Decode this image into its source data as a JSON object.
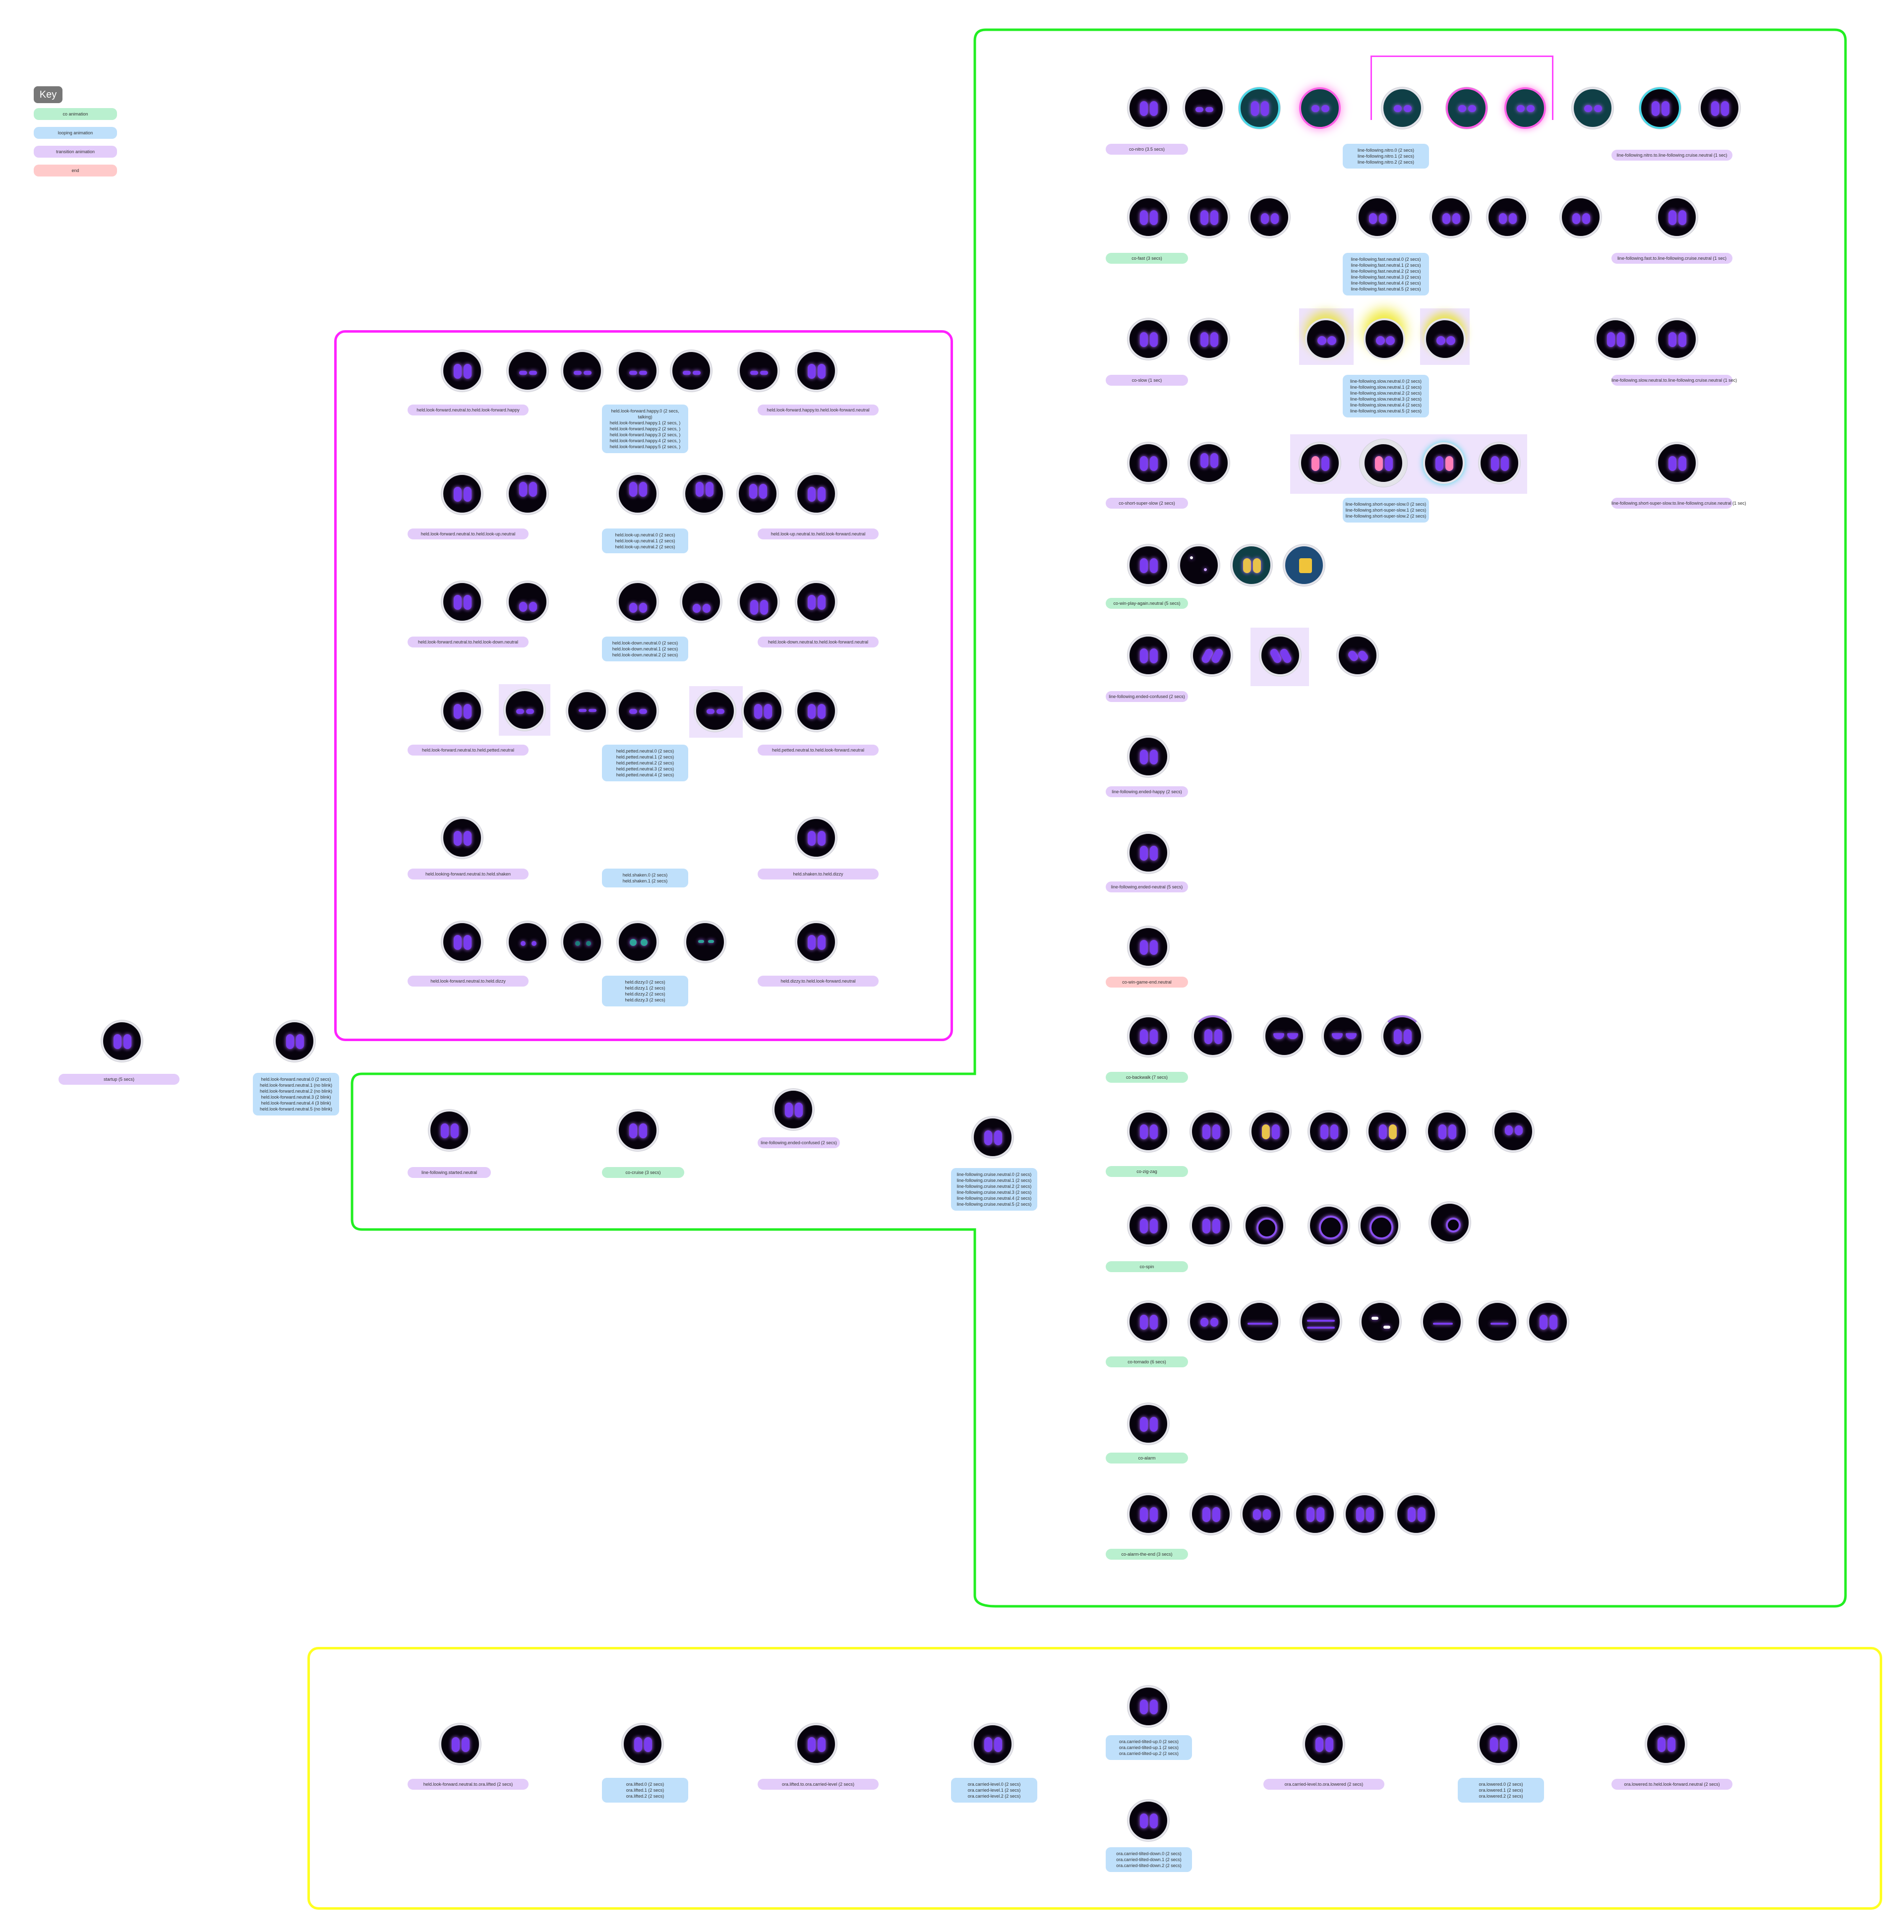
{
  "key": {
    "title": "Key",
    "items": [
      {
        "label": "co animation",
        "color": "#b9f0cf"
      },
      {
        "label": "looping animation",
        "color": "#bfe0fb"
      },
      {
        "label": "transition animation",
        "color": "#e3ccfa"
      },
      {
        "label": "end",
        "color": "#ffcaca"
      }
    ]
  },
  "colors": {
    "group_held": "#ff22ff",
    "group_line_following": "#22ee22",
    "group_ora": "#ffff22"
  },
  "labels": {
    "startup": "startup (5 secs)",
    "held_forward_loop": "held.look-forward.neutral.0 (2 secs)\nheld.look-forward.neutral.1 (no blink)\nheld.look-forward.neutral.2 (no blink)\nheld.look-forward.neutral.3 (2 blink)\nheld.look-forward.neutral.4 (3 blink)\nheld.look-forward.neutral.5 (no blink)",
    "held_r1_a": "held.look-forward.neutral.to.held.look-forward.happy",
    "held_r1_b": "held.look-forward.happy.0 (2 secs, talking)\nheld.look-forward.happy.1 (2 secs, )\nheld.look-forward.happy.2 (2 secs, )\nheld.look-forward.happy.3 (2 secs, )\nheld.look-forward.happy.4 (2 secs, )\nheld.look-forward.happy.5 (2 secs, )",
    "held_r1_c": "held.look-forward.happy.to.held.look-forward.neutral",
    "held_r2_a": "held.look-forward.neutral.to.held.look-up.neutral",
    "held_r2_b": "held.look-up.neutral.0 (2 secs)\nheld.look-up.neutral.1 (2 secs)\nheld.look-up.neutral.2 (2 secs)",
    "held_r2_c": "held.look-up.neutral.to.held.look-forward.neutral",
    "held_r3_a": "held.look-forward.neutral.to.held.look-down.neutral",
    "held_r3_b": "held.look-down.neutral.0 (2 secs)\nheld.look-down.neutral.1 (2 secs)\nheld.look-down.neutral.2 (2 secs)",
    "held_r3_c": "held.look-down.neutral.to.held.look-forward.neutral",
    "held_r4_a": "held.look-forward.neutral.to.held.petted.neutral",
    "held_r4_b": "held.petted.neutral.0 (2 secs)\nheld.petted.neutral.1 (2 secs)\nheld.petted.neutral.2 (2 secs)\nheld.petted.neutral.3 (2 secs)\nheld.petted.neutral.4 (2 secs)",
    "held_r4_c": "held.petted.neutral.to.held.look-forward.neutral",
    "held_r5_a": "held.looking-forward.neutral.to.held.shaken",
    "held_r5_b": "held.shaken.0 (2 secs)\nheld.shaken.1 (2 secs)",
    "held_r5_c": "held.shaken.to.held.dizzy",
    "held_r6_a": "held.look-forward.neutral.to.held.dizzy",
    "held_r6_b": "held.dizzy.0 (2 secs)\nheld.dizzy.1 (2 secs)\nheld.dizzy.2 (2 secs)\nheld.dizzy.3 (2 secs)",
    "held_r6_c": "held.dizzy.to.held.look-forward.neutral",
    "lf_started": "line-following.started.neutral",
    "co_cruise": "co-cruise (3 secs)",
    "lf_ended_confused_mid": "line-following.ended-confused (2 secs)",
    "lf_cruise_loop": "line-following.cruise.neutral.0 (2 secs)\nline-following.cruise.neutral.1 (2 secs)\nline-following.cruise.neutral.2 (2 secs)\nline-following.cruise.neutral.3 (2 secs)\nline-following.cruise.neutral.4 (2 secs)\nline-following.cruise.neutral.5 (2 secs)",
    "co_nitro": "co-nitro (3.5 secs)",
    "lf_nitro_loop": "line-following.nitro.0 (2 secs)\nline-following.nitro.1 (2 secs)\nline-following.nitro.2 (2 secs)",
    "lf_nitro_to": "line-following.nitro.to.line-following.cruise.neutral (1 sec)",
    "co_fast": "co-fast (3 secs)",
    "lf_fast_loop": "line-following.fast.neutral.0 (2 secs)\nline-following.fast.neutral.1 (2 secs)\nline-following.fast.neutral.2 (2 secs)\nline-following.fast.neutral.3 (2 secs)\nline-following.fast.neutral.4 (2 secs)\nline-following.fast.neutral.5 (2 secs)",
    "lf_fast_to": "line-following.fast.to.line-following.cruise.neutral (1 sec)",
    "co_slow": "co-slow (1 sec)",
    "lf_slow_loop": "line-following.slow.neutral.0 (2 secs)\nline-following.slow.neutral.1 (2 secs)\nline-following.slow.neutral.2 (2 secs)\nline-following.slow.neutral.3 (2 secs)\nline-following.slow.neutral.4 (2 secs)\nline-following.slow.neutral.5 (2 secs)",
    "lf_slow_to": "line-following.slow.neutral.to.line-following.cruise.neutral (1 sec)",
    "co_short_super_slow": "co-short-super-slow (2 secs)",
    "lf_sss_loop": "line-following.short-super-slow.0 (2 secs)\nline-following.short-super-slow.1 (2 secs)\nline-following.short-super-slow.2 (2 secs)",
    "lf_sss_to": "line-following.short-super-slow.to.line-following.cruise.neutral (1 sec)",
    "co_win_play_again": "co-win-play-again.neutral (5 secs)",
    "lf_ended_confused": "line-following.ended-confused (2 secs)",
    "lf_ended_happy": "line-following.ended-happy (2 secs)",
    "lf_ended_neutral": "line-following.ended-neutral (5 secs)",
    "co_win_game_end": "co-win-game-end.neutral",
    "co_backwalk": "co-backwalk (7 secs)",
    "co_zig_zag": "co-zig-zag",
    "co_spin": "co-spin",
    "co_tornado": "co-tornado (6 secs)",
    "co_alarm": "co-alarm",
    "co_alarm_the_end": "co-alarm-the-end (3 secs)",
    "ora_a": "held.look-forward.neutral.to.ora.lifted (2 secs)",
    "ora_b": "ora.lifted.0 (2 secs)\nora.lifted.1 (2 secs)\nora.lifted.2 (2 secs)",
    "ora_c": "ora.lifted.to.ora.carried-level (2 secs)",
    "ora_d": "ora.carried-level.0 (2 secs)\nora.carried-level.1 (2 secs)\nora.carried-level.2 (2 secs)",
    "ora_e1": "ora.carried-tilted-up.0 (2 secs)\nora.carried-tilted-up.1 (2 secs)\nora.carried-tilted-up.2 (2 secs)",
    "ora_e2": "ora.carried-tilted-down.0 (2 secs)\nora.carried-tilted-down.1 (2 secs)\nora.carried-tilted-down.2 (2 secs)",
    "ora_f": "ora.carried-level.to.ora.lowered (2 secs)",
    "ora_g": "ora.lowered.0 (2 secs)\nora.lowered.1 (2 secs)\nora.lowered.2 (2 secs)",
    "ora_h": "ora.lowered.to.held.look-forward.neutral (2 secs)"
  }
}
